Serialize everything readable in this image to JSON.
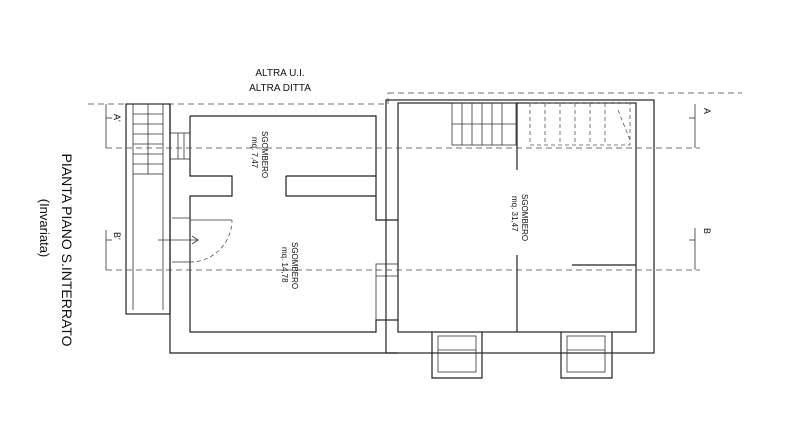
{
  "plan": {
    "neighbor_label_1": "ALTRA U.I.",
    "neighbor_label_2": "ALTRA DITTA",
    "title": "PIANTA PIANO S.INTERRATO",
    "subtitle": "(Invariata)",
    "section_labels": {
      "a_left": "A'",
      "b_left": "B'",
      "a_right": "A",
      "b_right": "B"
    },
    "rooms": [
      {
        "name": "SGOMBERO",
        "area": "mq. 7,47"
      },
      {
        "name": "SGOMBERO",
        "area": "mq. 14,78"
      },
      {
        "name": "SGOMBERO",
        "area": "mq. 31,47"
      }
    ]
  }
}
